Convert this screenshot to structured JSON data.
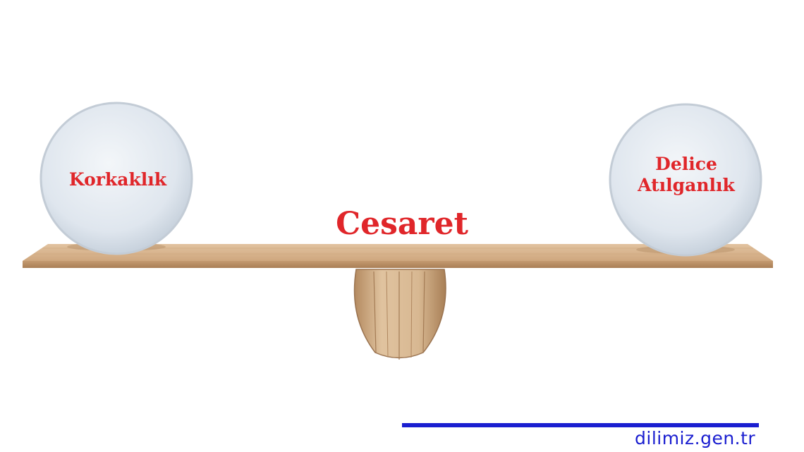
{
  "balance": {
    "left_ball_label": "Korkaklık",
    "right_ball_label": "Delice\nAtılganlık",
    "center_label": "Cesaret"
  },
  "footer": {
    "site": "dilimiz.gen.tr"
  },
  "colors": {
    "label_red": "#e0262a",
    "footer_blue": "#1a1ed0",
    "wood": "#cfa77e",
    "ball": "#dfe6ee"
  }
}
